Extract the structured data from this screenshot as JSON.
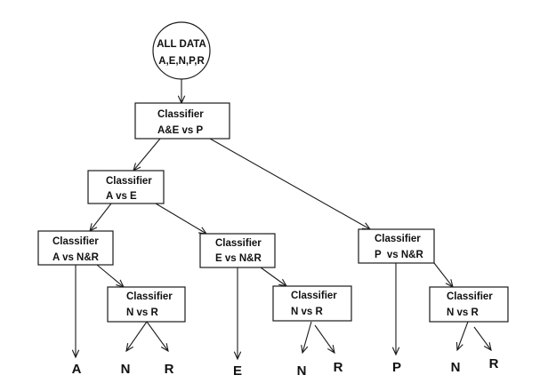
{
  "diagram": {
    "type": "hierarchical-classifier-tree",
    "root": {
      "id": "root",
      "lines": [
        "ALL DATA",
        "A,E,N,P,R"
      ],
      "shape": "circle"
    },
    "nodes": [
      {
        "id": "ae_vs_p",
        "lines": [
          "Classifier",
          "A&E vs P"
        ]
      },
      {
        "id": "a_vs_e",
        "lines": [
          "Classifier",
          "A vs E"
        ]
      },
      {
        "id": "a_vs_nr",
        "lines": [
          "Classifier",
          "A vs N&R"
        ]
      },
      {
        "id": "nr_left",
        "lines": [
          "Classifier",
          "N vs R"
        ]
      },
      {
        "id": "e_vs_nr",
        "lines": [
          "Classifier",
          "E vs N&R"
        ]
      },
      {
        "id": "nr_mid",
        "lines": [
          "Classifier",
          "N vs R"
        ]
      },
      {
        "id": "p_vs_nr",
        "lines": [
          "Classifier",
          "P  vs N&R"
        ]
      },
      {
        "id": "nr_right",
        "lines": [
          "Classifier",
          "N vs R"
        ]
      }
    ],
    "leaves": [
      {
        "id": "leaf_a",
        "label": "A"
      },
      {
        "id": "leaf_n1",
        "label": "N"
      },
      {
        "id": "leaf_r1",
        "label": "R"
      },
      {
        "id": "leaf_e",
        "label": "E"
      },
      {
        "id": "leaf_n2",
        "label": "N"
      },
      {
        "id": "leaf_r2",
        "label": "R"
      },
      {
        "id": "leaf_p",
        "label": "P"
      },
      {
        "id": "leaf_n3",
        "label": "N"
      },
      {
        "id": "leaf_r3",
        "label": "R"
      }
    ],
    "edges": [
      {
        "from": "root",
        "to": "ae_vs_p"
      },
      {
        "from": "ae_vs_p",
        "to": "a_vs_e"
      },
      {
        "from": "ae_vs_p",
        "to": "p_vs_nr"
      },
      {
        "from": "a_vs_e",
        "to": "a_vs_nr"
      },
      {
        "from": "a_vs_e",
        "to": "e_vs_nr"
      },
      {
        "from": "a_vs_nr",
        "to": "leaf_a"
      },
      {
        "from": "a_vs_nr",
        "to": "nr_left"
      },
      {
        "from": "nr_left",
        "to": "leaf_n1"
      },
      {
        "from": "nr_left",
        "to": "leaf_r1"
      },
      {
        "from": "e_vs_nr",
        "to": "leaf_e"
      },
      {
        "from": "e_vs_nr",
        "to": "nr_mid"
      },
      {
        "from": "nr_mid",
        "to": "leaf_n2"
      },
      {
        "from": "nr_mid",
        "to": "leaf_r2"
      },
      {
        "from": "p_vs_nr",
        "to": "leaf_p"
      },
      {
        "from": "p_vs_nr",
        "to": "nr_right"
      },
      {
        "from": "nr_right",
        "to": "leaf_n3"
      },
      {
        "from": "nr_right",
        "to": "leaf_r3"
      }
    ]
  }
}
